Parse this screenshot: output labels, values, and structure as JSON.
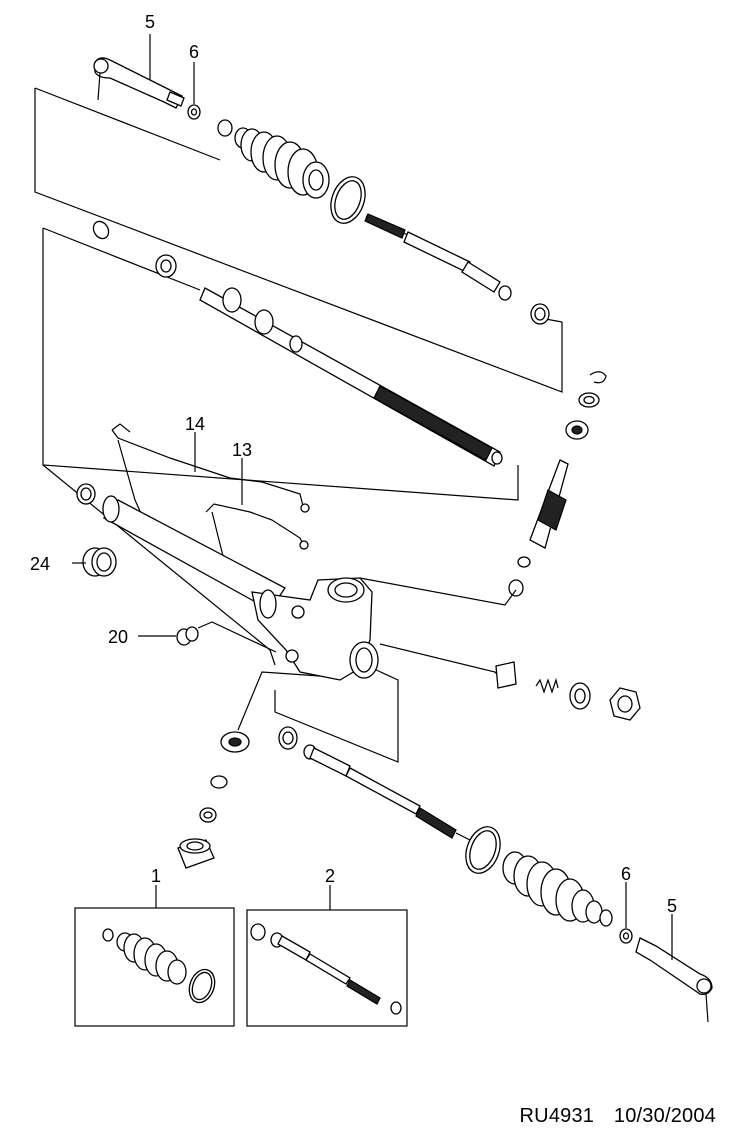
{
  "callouts": {
    "c1": "1",
    "c2": "2",
    "c5_top": "5",
    "c5_bottom": "5",
    "c6_top": "6",
    "c6_bottom": "6",
    "c13": "13",
    "c14": "14",
    "c20": "20",
    "c24": "24"
  },
  "footer": {
    "drawing_id": "RU4931",
    "date": "10/30/2004"
  }
}
